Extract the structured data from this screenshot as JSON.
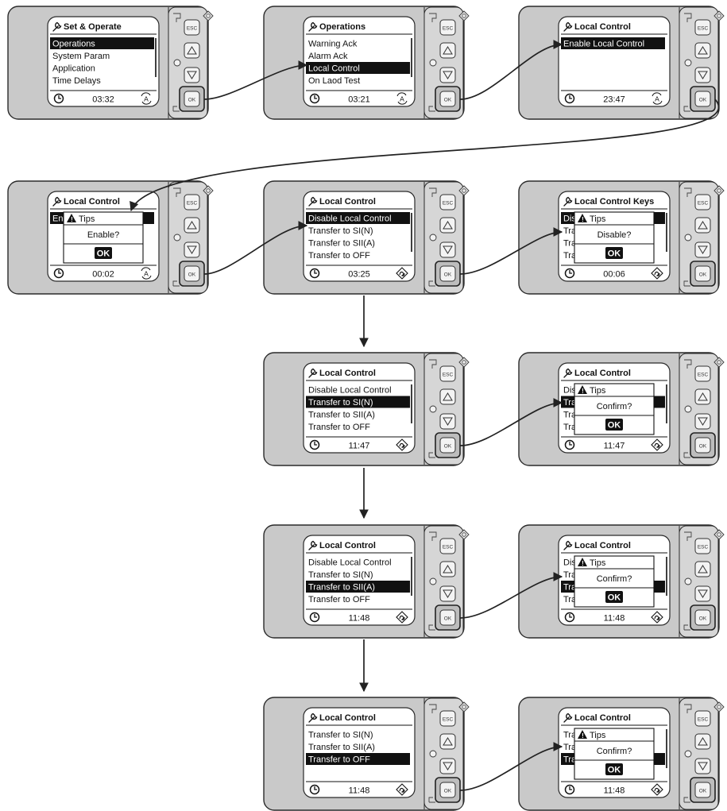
{
  "labels": {
    "esc": "ESC",
    "ok": "OK"
  },
  "colors": {
    "body": "#c9c9c9",
    "outline": "#2a2a2a",
    "screen": "#ffffff",
    "highlight": "#111111",
    "keypad": "#d6d6d6"
  },
  "devices": [
    {
      "title": "Set & Operate",
      "items": [
        "Operations",
        "System Param",
        "Application",
        "Time Delays"
      ],
      "selected": 0,
      "time": "03:32",
      "status_icon": "auto-mode-icon",
      "scrollbar": true
    },
    {
      "title": "Operations",
      "items": [
        "Warning Ack",
        "Alarm Ack",
        "Local Control",
        "On Laod Test"
      ],
      "selected": 2,
      "time": "03:21",
      "status_icon": "auto-mode-icon",
      "scrollbar": true
    },
    {
      "title": "Local Control",
      "items": [
        "Enable Local Control"
      ],
      "selected": 0,
      "time": "23:47",
      "status_icon": "auto-mode-icon",
      "scrollbar": false
    },
    {
      "title": "Local Control",
      "items": [
        "En"
      ],
      "selected": 0,
      "time": "00:02",
      "status_icon": "auto-mode-icon",
      "scrollbar": false,
      "dialog": {
        "title": "Tips",
        "message": "Enable?",
        "ok": "OK"
      }
    },
    {
      "title": "Local Control",
      "items": [
        "Disable Local Control",
        "Transfer to SI(N)",
        "Transfer to SII(A)",
        "Transfer to OFF"
      ],
      "selected": 0,
      "time": "03:25",
      "status_icon": "manual-mode-icon",
      "scrollbar": true
    },
    {
      "title": "Local Control Keys",
      "items": [
        "Dis",
        "Tra",
        "Tra",
        "Tra"
      ],
      "selected": 0,
      "time": "00:06",
      "status_icon": "manual-mode-icon",
      "scrollbar": true,
      "dialog": {
        "title": "Tips",
        "message": "Disable?",
        "ok": "OK"
      }
    },
    {
      "title": "Local Control",
      "items": [
        "Disable Local Control",
        "Transfer to SI(N)",
        "Transfer to SII(A)",
        "Transfer to OFF"
      ],
      "selected": 1,
      "time": "11:47",
      "status_icon": "manual-mode-icon",
      "scrollbar": true
    },
    {
      "title": "Local Control",
      "items": [
        "Dis",
        "Tra",
        "Tra",
        "Tra"
      ],
      "selected": 1,
      "time": "11:47",
      "status_icon": "manual-mode-icon",
      "scrollbar": true,
      "dialog": {
        "title": "Tips",
        "message": "Confirm?",
        "ok": "OK"
      }
    },
    {
      "title": "Local Control",
      "items": [
        "Disable Local Control",
        "Transfer to SI(N)",
        "Transfer to SII(A)",
        "Transfer to OFF"
      ],
      "selected": 2,
      "time": "11:48",
      "status_icon": "manual-mode-icon",
      "scrollbar": true
    },
    {
      "title": "Local Control",
      "items": [
        "Dis",
        "Tra",
        "Tra",
        "Tra"
      ],
      "selected": 2,
      "time": "11:48",
      "status_icon": "manual-mode-icon",
      "scrollbar": true,
      "dialog": {
        "title": "Tips",
        "message": "Confirm?",
        "ok": "OK"
      }
    },
    {
      "title": "Local Control",
      "items": [
        "Transfer to SI(N)",
        "Transfer to SII(A)",
        "Transfer to OFF"
      ],
      "selected": 2,
      "time": "11:48",
      "status_icon": "manual-mode-icon",
      "scrollbar": false
    },
    {
      "title": "Local Control",
      "items": [
        "Tra",
        "Tra",
        "Tra"
      ],
      "selected": 2,
      "time": "11:48",
      "status_icon": "manual-mode-icon",
      "scrollbar": true,
      "dialog": {
        "title": "Tips",
        "message": "Confirm?",
        "ok": "OK"
      }
    }
  ]
}
